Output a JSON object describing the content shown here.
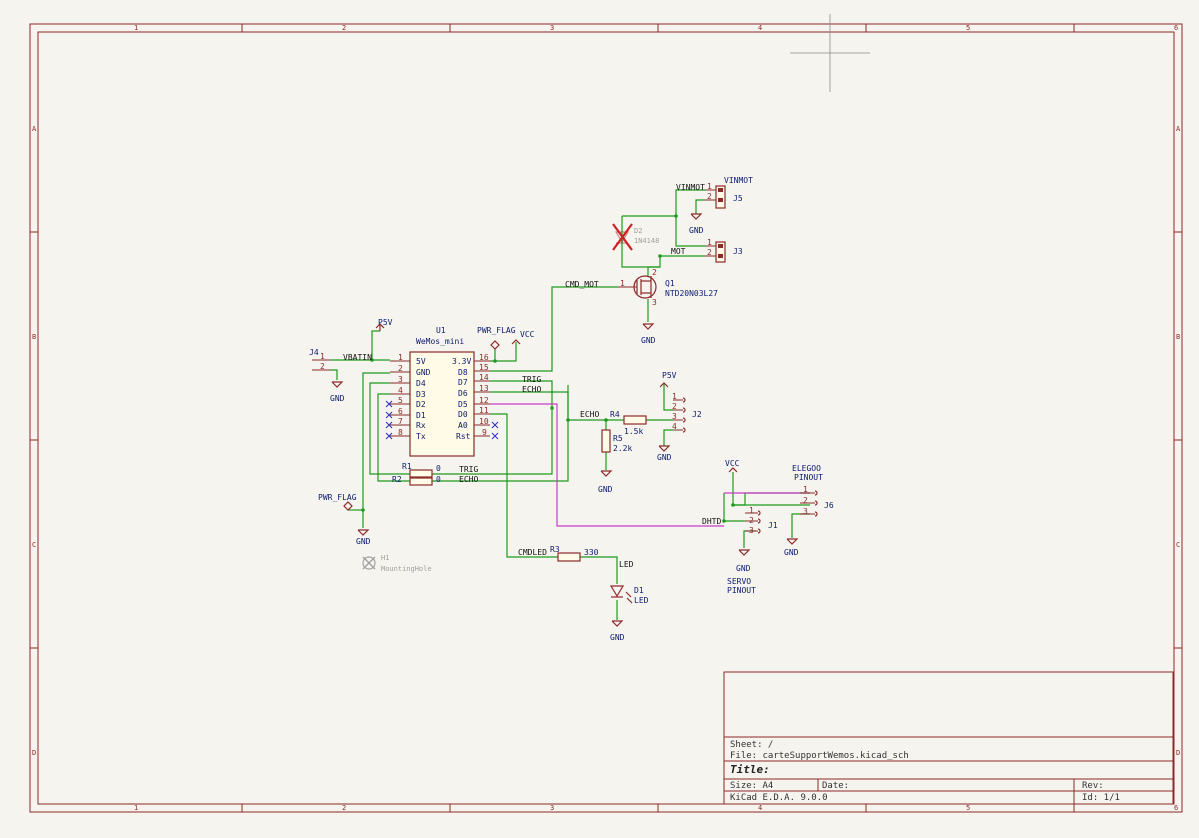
{
  "frame": {
    "col_markers": [
      "1",
      "2",
      "3",
      "4",
      "5",
      "6"
    ],
    "row_markers": [
      "A",
      "B",
      "C",
      "D"
    ]
  },
  "title_block": {
    "sheet": "Sheet: /",
    "file": "File: carteSupportWemos.kicad_sch",
    "title": "Title:",
    "size": "Size: A4",
    "date": "Date:",
    "rev": "Rev:",
    "tool": "KiCad E.D.A. 9.0.0",
    "id": "Id: 1/1"
  },
  "components": {
    "u1": {
      "ref": "U1",
      "value": "WeMos_mini",
      "left_pins": [
        {
          "num": "1",
          "name": "5V"
        },
        {
          "num": "2",
          "name": "GND"
        },
        {
          "num": "3",
          "name": "D4"
        },
        {
          "num": "4",
          "name": "D3"
        },
        {
          "num": "5",
          "name": "D2"
        },
        {
          "num": "6",
          "name": "D1"
        },
        {
          "num": "7",
          "name": "Rx"
        },
        {
          "num": "8",
          "name": "Tx"
        }
      ],
      "right_pins": [
        {
          "num": "16",
          "name": "3.3V"
        },
        {
          "num": "15",
          "name": "D8"
        },
        {
          "num": "14",
          "name": "D7"
        },
        {
          "num": "13",
          "name": "D6"
        },
        {
          "num": "12",
          "name": "D5"
        },
        {
          "num": "11",
          "name": "D0"
        },
        {
          "num": "10",
          "name": "A0"
        },
        {
          "num": "9",
          "name": "Rst"
        }
      ]
    },
    "j4": {
      "ref": "J4",
      "pin1": "1",
      "pin2": "2"
    },
    "j5": {
      "ref": "J5",
      "pin1": "1",
      "pin2": "2"
    },
    "j3": {
      "ref": "J3",
      "pin1": "1",
      "pin2": "2"
    },
    "j2": {
      "ref": "J2",
      "pins": [
        "1",
        "2",
        "3",
        "4"
      ]
    },
    "j1": {
      "ref": "J1",
      "pins": [
        "1",
        "2",
        "3"
      ]
    },
    "j6": {
      "ref": "J6",
      "pins": [
        "1",
        "2",
        "3"
      ]
    },
    "d2": {
      "ref": "D2",
      "value": "1N4148"
    },
    "q1": {
      "ref": "Q1",
      "value": "NTD20N03L27",
      "pin1": "1",
      "pin2": "2",
      "pin3": "3"
    },
    "r1": {
      "ref": "R1",
      "value": "0"
    },
    "r2": {
      "ref": "R2",
      "value": "0"
    },
    "r3": {
      "ref": "R3",
      "value": "330"
    },
    "r4": {
      "ref": "R4",
      "value": "1.5k"
    },
    "r5": {
      "ref": "R5",
      "value": "2.2k"
    },
    "d1": {
      "ref": "D1",
      "value": "LED",
      "net": "LED"
    },
    "h1": {
      "ref": "H1",
      "value": "MountingHole"
    }
  },
  "nets": {
    "vbatin": "VBATIN",
    "p5v": "P5V",
    "vcc": "VCC",
    "gnd": "GND",
    "pwr_flag": "PWR_FLAG",
    "trig": "TRIG",
    "echo": "ECHO",
    "cmd_mot": "CMD_MOT",
    "vinmot": "VINMOT",
    "mot": "MOT",
    "dhtd": "DHTD",
    "cmdled": "CMDLED"
  },
  "notes": {
    "elegoo": "ELEGOO\nPINOUT",
    "servo": "SERVO\nPINOUT",
    "vinmot_label": "VINMOT"
  },
  "colors": {
    "frame": "#8c2a2a",
    "component": "#8c2a2a",
    "wire": "#1f9a1f",
    "bus": "#c83cc8",
    "net_text": "#0c1a6e",
    "component_fill": "#fffbe6",
    "junction": "#1f9a1f"
  }
}
